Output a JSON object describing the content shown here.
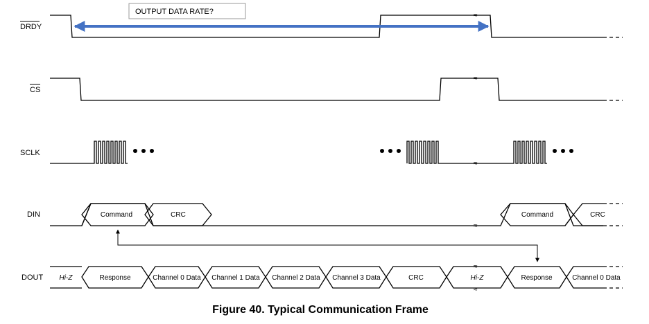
{
  "note": {
    "text": "OUTPUT DATA RATE?"
  },
  "signals": {
    "drdy": "DRDY",
    "cs": "CS",
    "sclk": "SCLK",
    "din": "DIN",
    "dout": "DOUT"
  },
  "din_segments": [
    "Command",
    "CRC",
    "Command",
    "CRC"
  ],
  "dout_segments": [
    "Hi-Z",
    "Response",
    "Channel 0 Data",
    "Channel 1 Data",
    "Channel 2 Data",
    "Channel 3 Data",
    "CRC",
    "Hi-Z",
    "Response",
    "Channel 0 Data"
  ],
  "caption": "Figure 40.  Typical Communication Frame",
  "colors": {
    "arrow": "#4472c4",
    "line": "#000000"
  }
}
